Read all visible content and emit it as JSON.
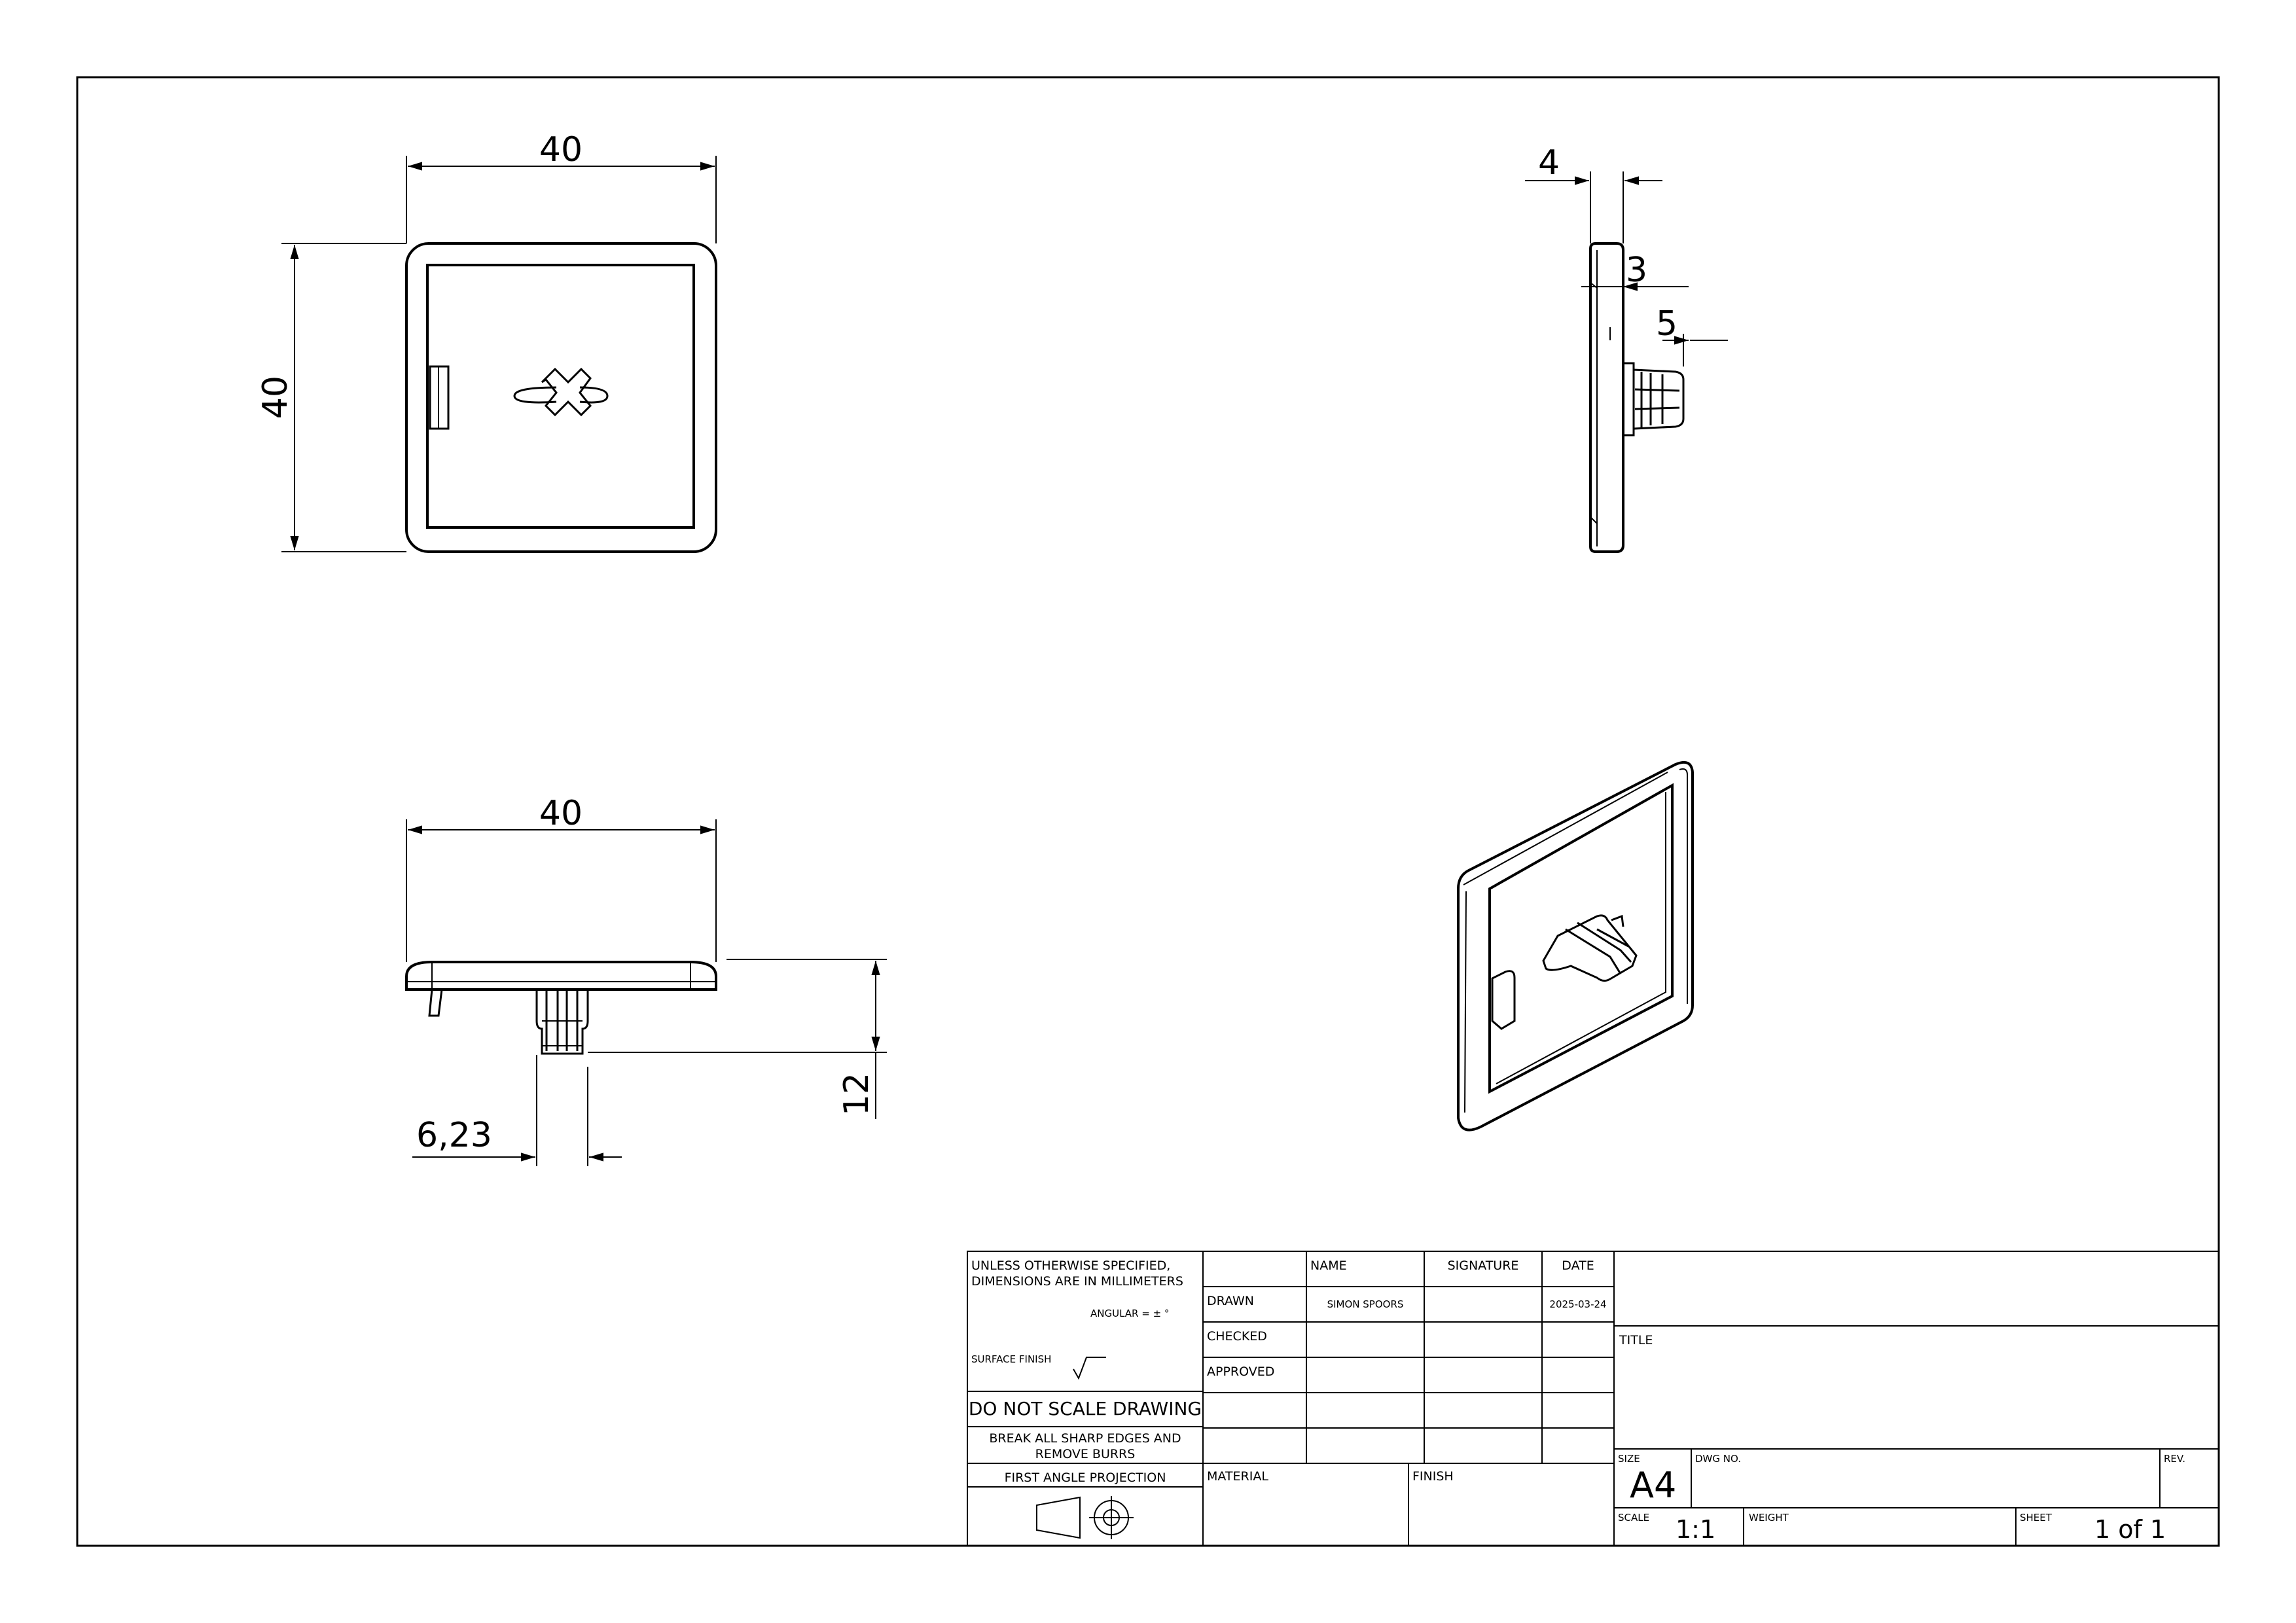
{
  "dimensions": {
    "front_width": "40",
    "front_height": "40",
    "side_thickness": "4",
    "side_step": "3",
    "side_clip": "5",
    "top_width": "40",
    "top_height": "12",
    "top_clip_width": "6,23"
  },
  "title_block": {
    "tolerance_note_line1": "UNLESS OTHERWISE SPECIFIED,",
    "tolerance_note_line2": "DIMENSIONS ARE IN MILLIMETERS",
    "angular": "ANGULAR = ± °",
    "surface_finish": "SURFACE FINISH",
    "do_not_scale": "DO NOT SCALE DRAWING",
    "break_edges_line1": "BREAK ALL SHARP EDGES AND",
    "break_edges_line2": "REMOVE BURRS",
    "projection": "FIRST ANGLE PROJECTION",
    "col_name": "NAME",
    "col_signature": "SIGNATURE",
    "col_date": "DATE",
    "row_drawn": "DRAWN",
    "row_checked": "CHECKED",
    "row_approved": "APPROVED",
    "drawn_name": "SIMON SPOORS",
    "drawn_date": "2025-03-24",
    "material": "MATERIAL",
    "finish": "FINISH",
    "title_label": "TITLE",
    "size_label": "SIZE",
    "size_value": "A4",
    "dwg_no_label": "DWG NO.",
    "rev_label": "REV.",
    "scale_label": "SCALE",
    "scale_value": "1:1",
    "weight_label": "WEIGHT",
    "sheet_label": "SHEET",
    "sheet_value": "1 of 1"
  }
}
